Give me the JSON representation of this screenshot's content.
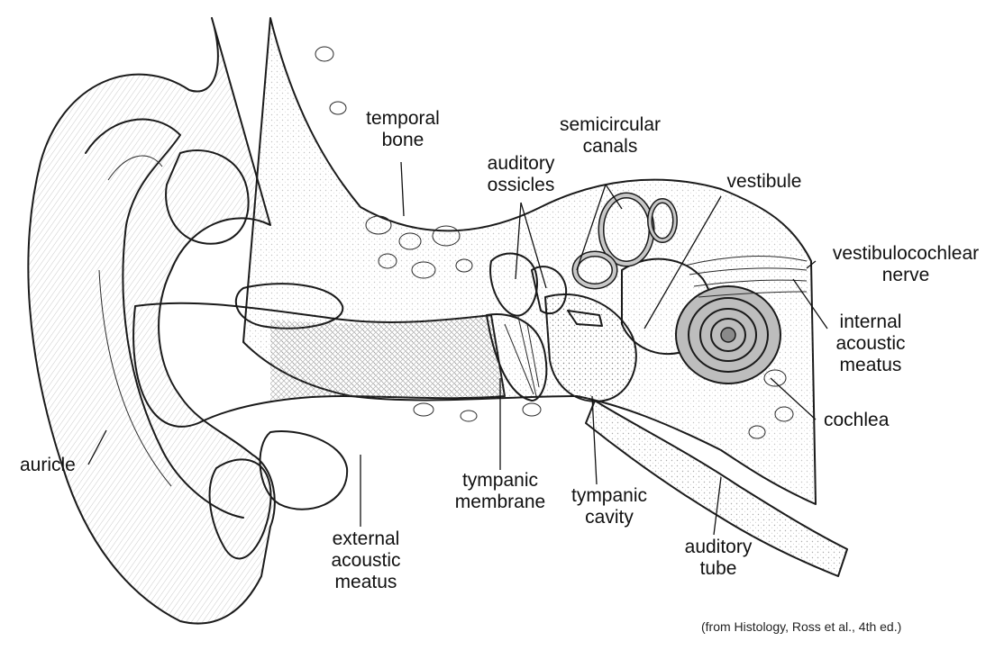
{
  "labels": {
    "temporal_bone": [
      "temporal",
      "bone"
    ],
    "semicircular_canals": [
      "semicircular",
      "canals"
    ],
    "auditory_ossicles": [
      "auditory",
      "ossicles"
    ],
    "vestibule": [
      "vestibule"
    ],
    "vestibulocochlear_nerve": [
      "vestibulocochlear",
      "nerve"
    ],
    "internal_acoustic_meatus": [
      "internal",
      "acoustic",
      "meatus"
    ],
    "cochlea": [
      "cochlea"
    ],
    "auricle": [
      "auricle"
    ],
    "tympanic_membrane": [
      "tympanic",
      "membrane"
    ],
    "tympanic_cavity": [
      "tympanic",
      "cavity"
    ],
    "auditory_tube": [
      "auditory",
      "tube"
    ],
    "external_acoustic_meatus": [
      "external",
      "acoustic",
      "meatus"
    ]
  },
  "credit": "(from Histology, Ross et al., 4th ed.)",
  "colors": {
    "ink": "#1a1a1a",
    "shade_inner_ear": "#bdbdbd",
    "shade_canal": "#e4e4e4",
    "bone_fill": "#f4f4f4"
  }
}
